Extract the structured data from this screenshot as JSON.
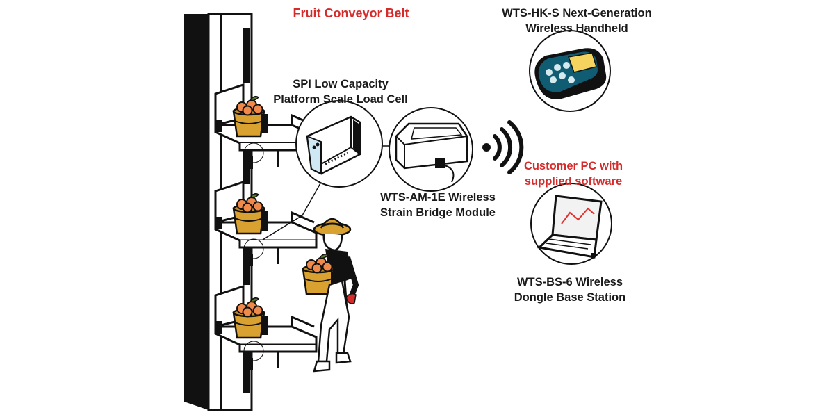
{
  "title": {
    "text": "Fruit Conveyor Belt",
    "color": "#d62b2b"
  },
  "components": {
    "handheld": {
      "line1": "WTS-HK-S Next-Generation",
      "line2": "Wireless Handheld",
      "icon": "wireless-handheld-device"
    },
    "load_cell": {
      "line1": "SPI Low Capacity",
      "line2": "Platform Scale Load Cell",
      "icon": "load-cell"
    },
    "strain_module": {
      "line1": "WTS-AM-1E Wireless",
      "line2": "Strain Bridge Module",
      "icon": "strain-bridge-module"
    },
    "customer_pc": {
      "line1": "Customer PC with",
      "line2": "supplied software",
      "color": "#d62b2b"
    },
    "base_station": {
      "line1": "WTS-BS-6 Wireless",
      "line2": "Dongle Base Station",
      "icon": "laptop-base-station"
    }
  },
  "colors": {
    "outline": "#111111",
    "basket": "#d9a12f",
    "fruit": "#f08a4b",
    "leaf": "#5a7a2a",
    "handheld_blue": "#0f5c73",
    "handheld_screen": "#f4d35e",
    "laptop_line": "#e0322c"
  },
  "icons": [
    "wifi-signal-icon",
    "worker-figure"
  ]
}
